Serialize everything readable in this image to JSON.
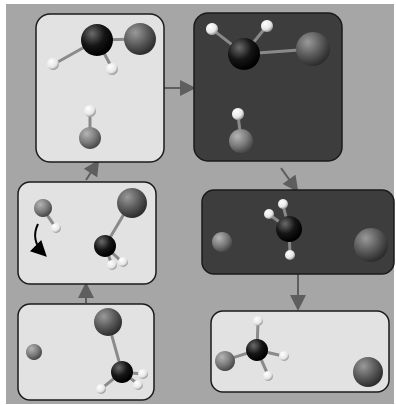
{
  "figure": {
    "background": "#a6a6a6",
    "light_panel": "#e2e2e2",
    "dark_panel": "#3d3d3d",
    "arrow_color": "#5e5e5e"
  },
  "panels": [
    {
      "id": "step-1",
      "tone": "light",
      "molecules": [
        "halogen-atom",
        "methyl-halide"
      ]
    },
    {
      "id": "step-2",
      "tone": "light",
      "molecules": [
        "hydroxyl-fragment",
        "methyl-halide"
      ]
    },
    {
      "id": "step-3",
      "tone": "light",
      "molecules": [
        "hydroxyl-fragment",
        "methyl-halide"
      ]
    },
    {
      "id": "step-4",
      "tone": "dark",
      "molecules": [
        "hydroxyl-fragment",
        "methyl-halide"
      ]
    },
    {
      "id": "step-5",
      "tone": "dark",
      "molecules": [
        "halogen-atom",
        "methyl-group",
        "halogen-atom"
      ]
    },
    {
      "id": "step-6",
      "tone": "light",
      "molecules": [
        "halogen-atom",
        "methyl-halide",
        "halogen-atom"
      ]
    }
  ],
  "atoms": {
    "carbon": "#111111",
    "halogen": "#585858",
    "oxygen": "#7a7a7a",
    "hydrogen": "#f2f2f2"
  },
  "icons": [
    "rotation-arrow-icon"
  ]
}
